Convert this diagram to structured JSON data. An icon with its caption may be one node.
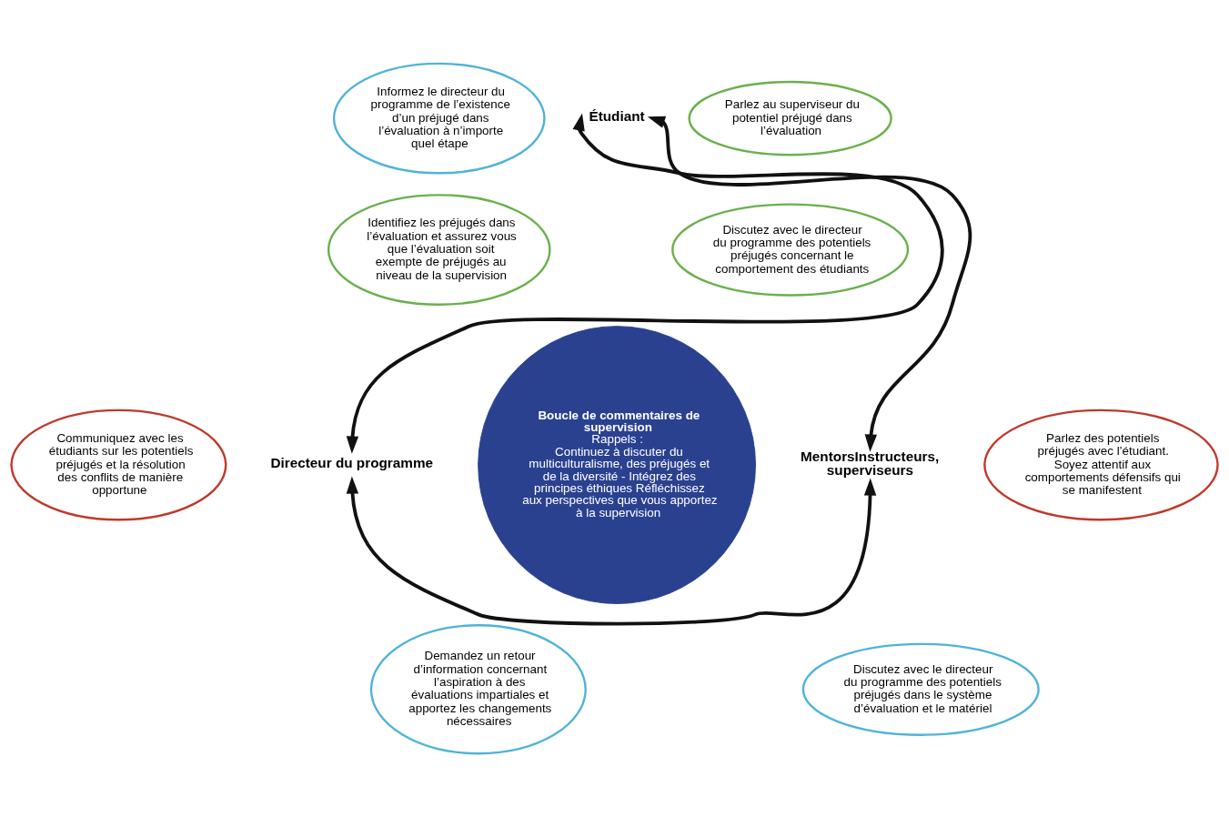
{
  "diagram": {
    "nodes": [
      {
        "text": [
          "Informez le directeur du programme de l’existence d’un préjugé dans l’évaluation à n’importe quel étape"
        ]
      },
      {
        "text": [
          "Parlez au superviseur du potentiel préjugé dans l’évaluation"
        ]
      },
      {
        "text": [
          "Étudiant"
        ]
      },
      {
        "text": [
          "Identifiez les préjugés dans l’évaluation et assurez vous que l’évaluation soit exempte de préjugés au niveau de la supervision"
        ]
      },
      {
        "text": [
          "Boucle de commentaires de supervision",
          "Rappels :",
          "Continuez à discuter du multiculturalisme, des préjugés et de la diversité - Intégrez des principes éthiques Réfléchissez aux perspectives que vous apportez à la supervision"
        ]
      },
      {
        "text": [
          "Discutez avec le directeur du programme des potentiels préjugés concernant le comportement des étudiants"
        ]
      },
      {
        "text": [
          "Communiquez avec les étudiants sur les potentiels préjugés et la résolution des conflits de manière opportune"
        ]
      },
      {
        "text": [
          "Directeur du programme"
        ]
      },
      {
        "text": [
          "MentorsInstructeurs, superviseurs"
        ]
      },
      {
        "text": [
          "Parlez des potentiels préjugés avec l’étudiant. Soyez attentif aux comportements défensifs qui se manifestent"
        ]
      },
      {
        "text": [
          "Demandez un retour d’information concernant l’aspiration à des évaluations impartiales et apportez les changements nécessaires"
        ]
      },
      {
        "text": [
          "Discutez avec le directeur du programme des potentiels préjugés dans le système d’évaluation et le matériel"
        ]
      }
    ],
    "edges": [
      {
        "from": 7,
        "to": 2,
        "arrow": "both"
      },
      {
        "from": 8,
        "to": 2,
        "arrow": "both"
      },
      {
        "from": 7,
        "to": 8,
        "arrow": "both"
      }
    ]
  }
}
